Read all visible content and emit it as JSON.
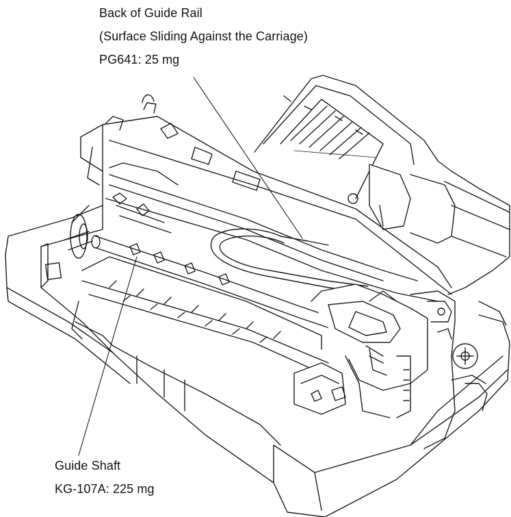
{
  "callouts": {
    "guide_rail": {
      "line1": "Back of Guide Rail",
      "line2": "(Surface Sliding Against the Carriage)",
      "line3": "PG641: 25 mg"
    },
    "guide_shaft": {
      "line1": "Guide Shaft",
      "line2": "KG-107A: 225 mg"
    }
  },
  "colors": {
    "line": "#1a1a1a",
    "fill": "#ffffff",
    "shade": "#d9d9d9"
  },
  "illustration": {
    "subject": "printer-mechanism-open-cover",
    "icon": "printer-line-art"
  }
}
